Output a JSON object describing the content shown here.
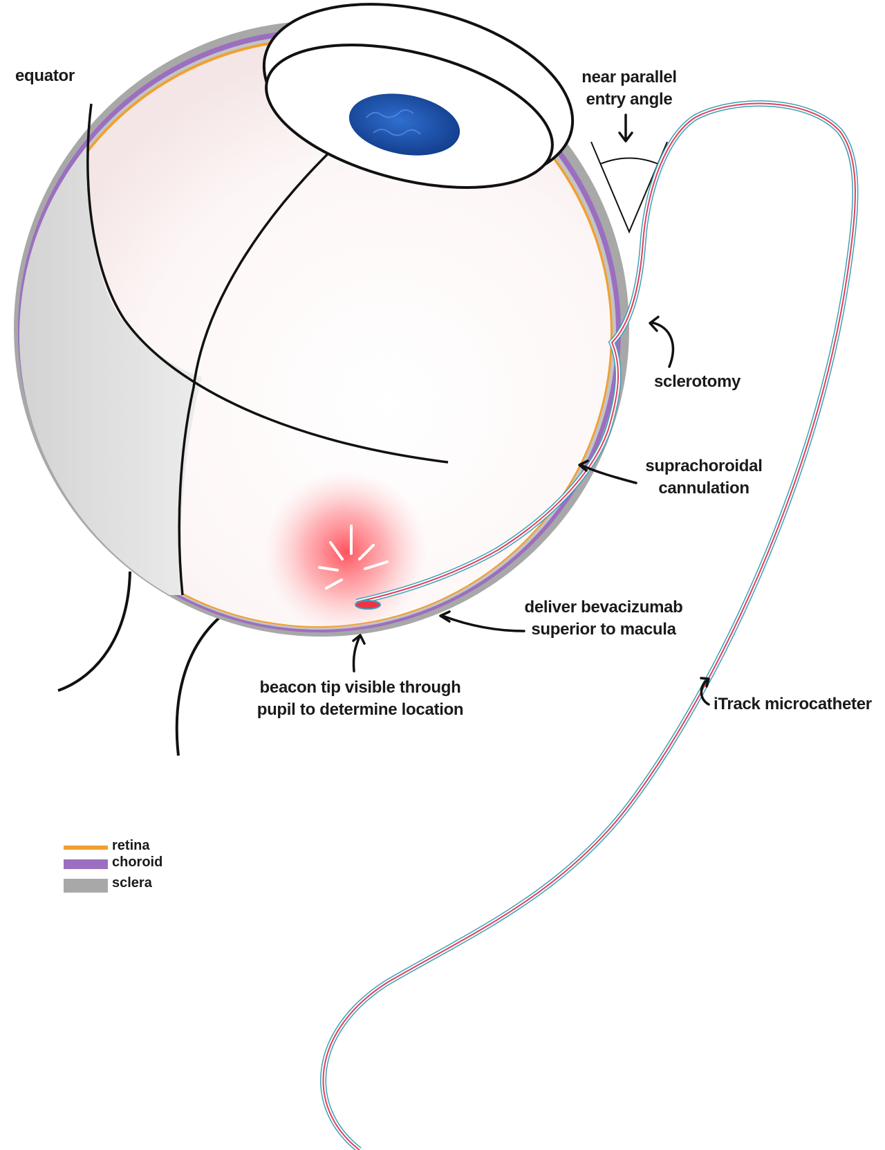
{
  "labels": {
    "equator": "equator",
    "entry_angle": [
      "near parallel",
      "entry angle"
    ],
    "sclerotomy": "sclerotomy",
    "suprachoroidal": [
      "suprachoroidal",
      "cannulation"
    ],
    "deliver": [
      "deliver bevacizumab",
      "superior to macula"
    ],
    "beacon": [
      "beacon tip visible through",
      "pupil to determine location"
    ],
    "microcatheter": "iTrack microcatheter"
  },
  "legend": [
    {
      "label": "retina",
      "color": "#f0a030"
    },
    {
      "label": "choroid",
      "color": "#9b6fc0"
    },
    {
      "label": "sclera",
      "color": "#a8a8a8"
    }
  ],
  "colors": {
    "sclera": "#a8a8a8",
    "choroid": "#9b6fc0",
    "retina": "#f0a030",
    "catheter_outer": "#3aa0b8",
    "catheter_inner": "#e0405a",
    "beacon": "#ee3344",
    "pupil": "#1f4ea8"
  }
}
